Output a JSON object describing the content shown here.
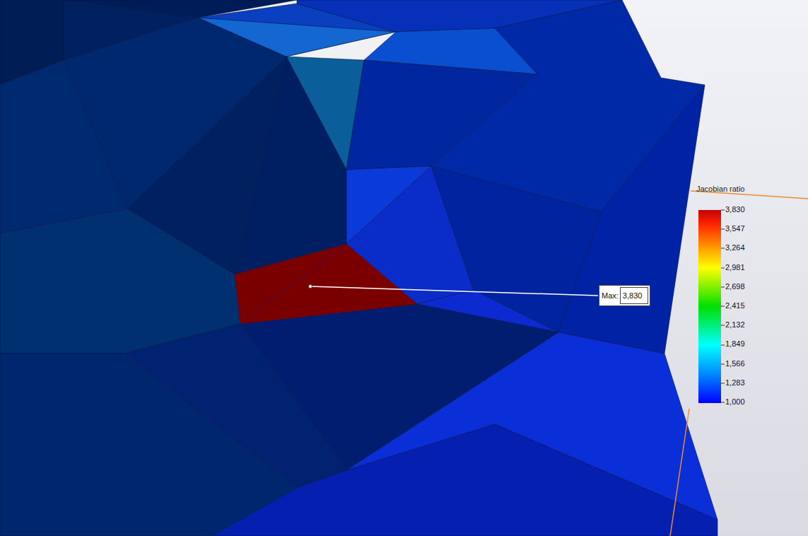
{
  "diagram": {
    "nodes": [
      {
        "text": [
          "Max:",
          "3,830"
        ]
      }
    ],
    "labels": [
      "Jacobian ratio",
      "3,830",
      "3,547",
      "3,264",
      "2,981",
      "2,698",
      "2,415",
      "2,132",
      "1,849",
      "1,566",
      "1,283",
      "1,000"
    ]
  }
}
